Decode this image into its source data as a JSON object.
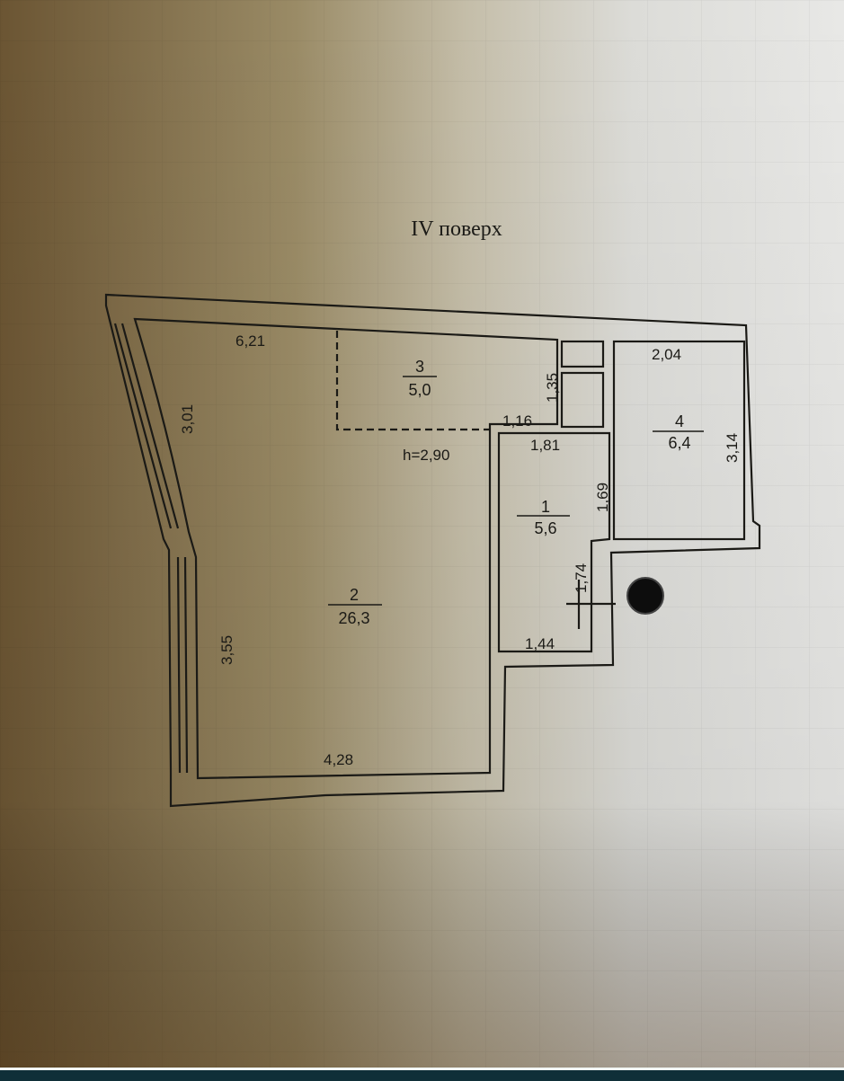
{
  "title": "IV поверх",
  "height_note": "h=2,90",
  "rooms": [
    {
      "number": "1",
      "area": "5,6"
    },
    {
      "number": "2",
      "area": "26,3"
    },
    {
      "number": "3",
      "area": "5,0"
    },
    {
      "number": "4",
      "area": "6,4"
    }
  ],
  "dimensions": {
    "room2_top": "6,21",
    "room2_left_upper": "3,01",
    "room2_left_lower": "3,55",
    "room2_bottom": "4,28",
    "shaft_height": "1,35",
    "corridor_step": "1,16",
    "room1_top": "1,81",
    "room1_right": "1,69",
    "room1_left_lower": "1,74",
    "room1_bottom": "1,44",
    "room4_top": "2,04",
    "room4_right": "3,14"
  },
  "colors": {
    "paper_dark": "#5a4424",
    "paper_light": "#e4e4e2",
    "ink": "#1b1a16",
    "bottom_bar": "#0f2f38"
  }
}
